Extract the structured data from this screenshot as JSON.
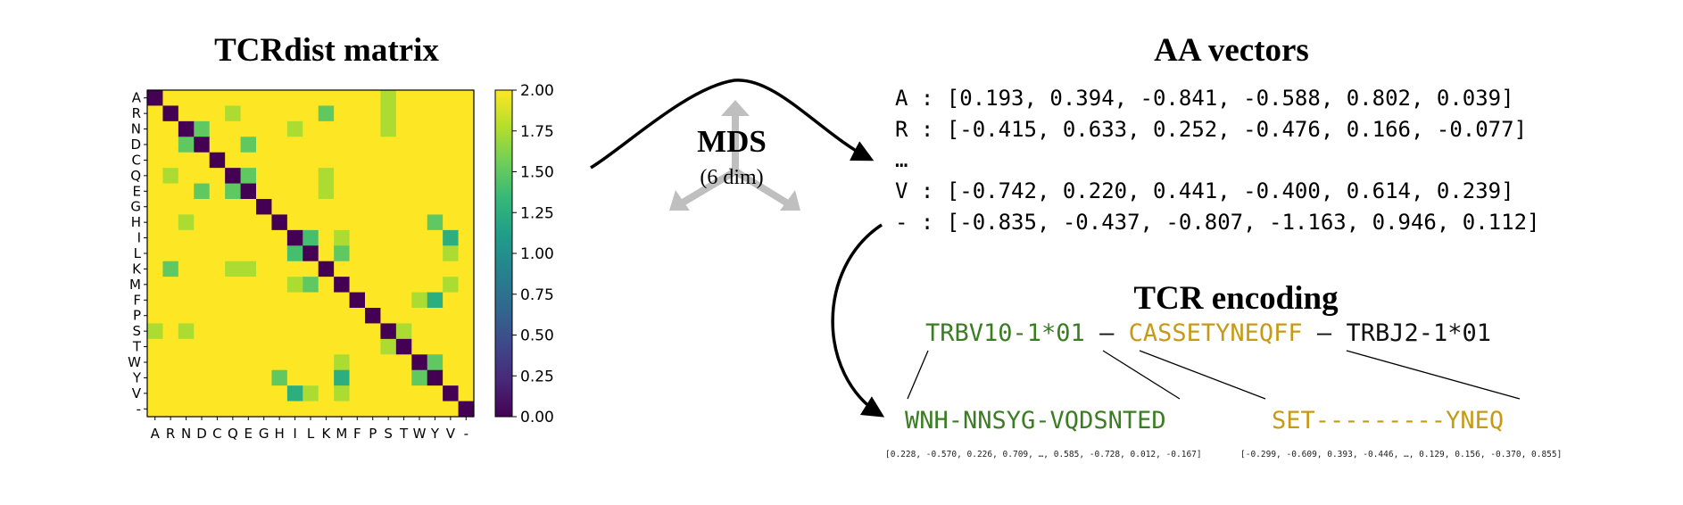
{
  "heatmap": {
    "title": "TCRdist matrix",
    "labels": [
      "A",
      "R",
      "N",
      "D",
      "C",
      "Q",
      "E",
      "G",
      "H",
      "I",
      "L",
      "K",
      "M",
      "F",
      "P",
      "S",
      "T",
      "W",
      "Y",
      "V",
      "-"
    ],
    "colormap": [
      "#440154",
      "#482878",
      "#3e4989",
      "#31688e",
      "#26828e",
      "#1f9e89",
      "#35b779",
      "#6ece58",
      "#b5de2b",
      "#fde725"
    ],
    "colorbar_ticks": [
      "0.00",
      "0.25",
      "0.50",
      "0.75",
      "1.00",
      "1.25",
      "1.50",
      "1.75",
      "2.00"
    ],
    "off_diagonal": [
      {
        "i": 0,
        "j": 15,
        "v": 1.75
      },
      {
        "i": 1,
        "j": 5,
        "v": 1.75
      },
      {
        "i": 1,
        "j": 11,
        "v": 1.5
      },
      {
        "i": 1,
        "j": 15,
        "v": 1.75
      },
      {
        "i": 2,
        "j": 3,
        "v": 1.5
      },
      {
        "i": 2,
        "j": 9,
        "v": 1.75
      },
      {
        "i": 2,
        "j": 15,
        "v": 1.75
      },
      {
        "i": 3,
        "j": 2,
        "v": 1.5
      },
      {
        "i": 3,
        "j": 6,
        "v": 1.5
      },
      {
        "i": 5,
        "j": 1,
        "v": 1.75
      },
      {
        "i": 5,
        "j": 6,
        "v": 1.5
      },
      {
        "i": 5,
        "j": 11,
        "v": 1.75
      },
      {
        "i": 6,
        "j": 3,
        "v": 1.5
      },
      {
        "i": 6,
        "j": 5,
        "v": 1.5
      },
      {
        "i": 6,
        "j": 11,
        "v": 1.75
      },
      {
        "i": 8,
        "j": 2,
        "v": 1.75
      },
      {
        "i": 8,
        "j": 18,
        "v": 1.5
      },
      {
        "i": 9,
        "j": 10,
        "v": 1.4
      },
      {
        "i": 9,
        "j": 12,
        "v": 1.75
      },
      {
        "i": 9,
        "j": 19,
        "v": 1.25
      },
      {
        "i": 10,
        "j": 9,
        "v": 1.4
      },
      {
        "i": 10,
        "j": 12,
        "v": 1.5
      },
      {
        "i": 10,
        "j": 19,
        "v": 1.75
      },
      {
        "i": 11,
        "j": 1,
        "v": 1.5
      },
      {
        "i": 11,
        "j": 5,
        "v": 1.75
      },
      {
        "i": 11,
        "j": 6,
        "v": 1.75
      },
      {
        "i": 12,
        "j": 9,
        "v": 1.75
      },
      {
        "i": 12,
        "j": 10,
        "v": 1.5
      },
      {
        "i": 12,
        "j": 19,
        "v": 1.75
      },
      {
        "i": 13,
        "j": 17,
        "v": 1.75
      },
      {
        "i": 13,
        "j": 18,
        "v": 1.25
      },
      {
        "i": 15,
        "j": 0,
        "v": 1.75
      },
      {
        "i": 15,
        "j": 2,
        "v": 1.75
      },
      {
        "i": 15,
        "j": 16,
        "v": 1.75
      },
      {
        "i": 16,
        "j": 15,
        "v": 1.75
      },
      {
        "i": 17,
        "j": 12,
        "v": 1.75
      },
      {
        "i": 17,
        "j": 18,
        "v": 1.5
      },
      {
        "i": 18,
        "j": 8,
        "v": 1.5
      },
      {
        "i": 18,
        "j": 12,
        "v": 1.25
      },
      {
        "i": 18,
        "j": 17,
        "v": 1.5
      },
      {
        "i": 19,
        "j": 9,
        "v": 1.25
      },
      {
        "i": 19,
        "j": 10,
        "v": 1.75
      },
      {
        "i": 19,
        "j": 12,
        "v": 1.75
      }
    ]
  },
  "mds": {
    "label": "MDS",
    "sublabel": "(6 dim)"
  },
  "aa_vectors": {
    "title": "AA vectors",
    "lines": [
      "A : [0.193, 0.394, -0.841, -0.588, 0.802, 0.039]",
      "R : [-0.415, 0.633, 0.252, -0.476, 0.166, -0.077]",
      "…",
      "V : [-0.742, 0.220, 0.441, -0.400, 0.614, 0.239]",
      "- : [-0.835, -0.437, -0.807, -1.163, 0.946, 0.112]"
    ]
  },
  "encoding": {
    "title": "TCR encoding",
    "v_gene": "TRBV10-1*01",
    "sep1": " – ",
    "cdr3": "CASSETYNEQFF",
    "sep2": " – ",
    "j_gene": "TRBJ2-1*01",
    "v_seq": "WNH-NNSYG-VQDSNTED",
    "cdr3_seq": "SET---------YNEQ",
    "v_vec": "[0.228, -0.570, 0.226, 0.709, …, 0.585, -0.728, 0.012, -0.167]",
    "cdr3_vec": "[-0.299, -0.609, 0.393, -0.446, …, 0.129, 0.156, -0.370, 0.855]",
    "colors": {
      "v": "#3a7d22",
      "cdr3": "#c79a16",
      "j": "#111111"
    }
  }
}
